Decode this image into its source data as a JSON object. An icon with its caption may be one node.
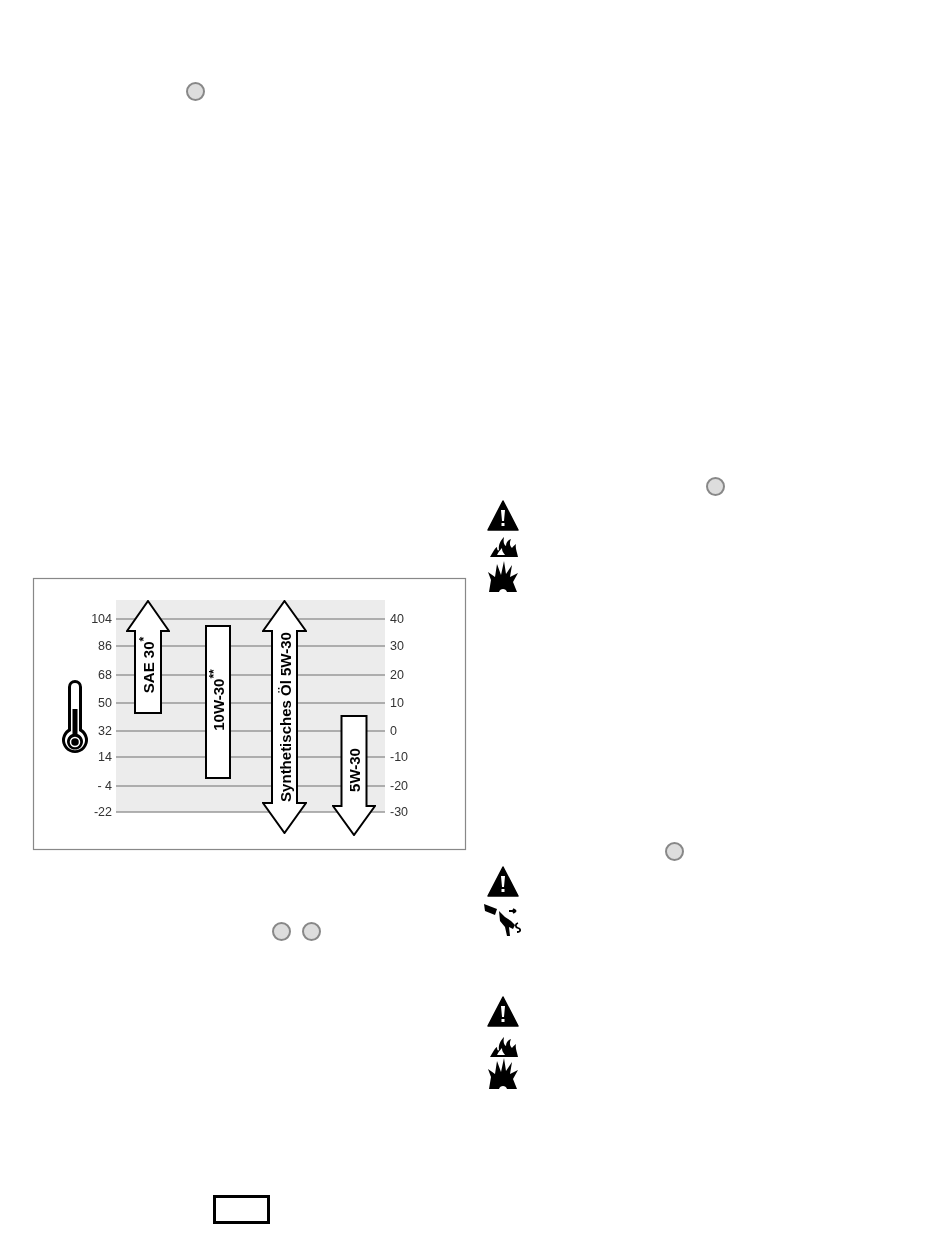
{
  "diagram": {
    "nodes": [
      {
        "text": [],
        "shape": "circle"
      },
      {
        "text": [
          "SAE 30$^{*}$"
        ]
      },
      {
        "text": [
          "10W-30$^{**}$"
        ]
      },
      {
        "text": [
          "Synthetisches Öl 5W-30"
        ]
      },
      {
        "text": [
          "5W-30"
        ]
      },
      {
        "text": [],
        "shape": "circle"
      },
      {
        "text": [],
        "shape": "circle"
      },
      {
        "text": [],
        "shape": "box"
      },
      {
        "text": [],
        "shape": "circle"
      },
      {
        "text": [],
        "shape": "circle"
      }
    ],
    "labels": [
      "104",
      "40",
      "86",
      "30",
      "68",
      "20",
      "50",
      "10",
      "32",
      "0",
      "14",
      "-10",
      "- 4",
      "-20",
      "-22",
      "-30"
    ]
  }
}
